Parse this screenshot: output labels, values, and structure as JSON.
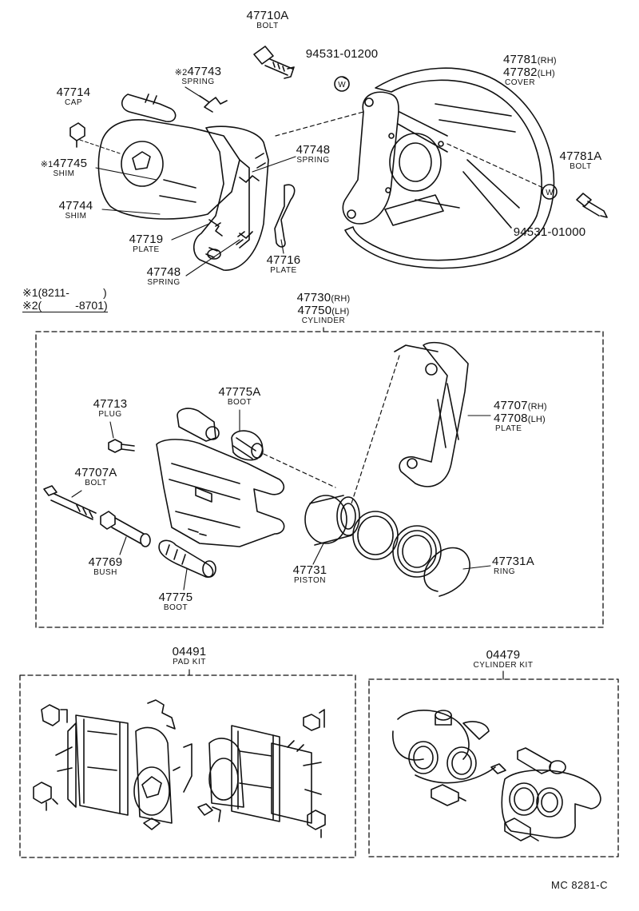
{
  "labels": {
    "bolt_47710a": {
      "num": "47710A",
      "name": "BOLT"
    },
    "washer_01200": {
      "num": "94531-01200"
    },
    "cover": {
      "num_rh": "47781",
      "suf_rh": "(RH)",
      "num_lh": "47782",
      "suf_lh": "(LH)",
      "name": "COVER"
    },
    "cap_47714": {
      "num": "47714",
      "name": "CAP"
    },
    "spring_47743": {
      "mark": "※2",
      "num": "47743",
      "name": "SPRING"
    },
    "shim_47745": {
      "mark": "※1",
      "num": "47745",
      "name": "SHIM"
    },
    "spring_47748_top": {
      "num": "47748",
      "name": "SPRING"
    },
    "bolt_47781a": {
      "num": "47781A",
      "name": "BOLT"
    },
    "shim_47744": {
      "num": "47744",
      "name": "SHIM"
    },
    "washer_01000": {
      "num": "94531-01000"
    },
    "plate_47719": {
      "num": "47719",
      "name": "PLATE"
    },
    "plate_47716": {
      "num": "47716",
      "name": "PLATE"
    },
    "spring_47748_bot": {
      "num": "47748",
      "name": "SPRING"
    },
    "cylinder": {
      "num_rh": "47730",
      "suf_rh": "(RH)",
      "num_lh": "47750",
      "suf_lh": "(LH)",
      "name": "CYLINDER"
    },
    "plug_47713": {
      "num": "47713",
      "name": "PLUG"
    },
    "boot_47775a": {
      "num": "47775A",
      "name": "BOOT"
    },
    "plate_47707": {
      "num_rh": "47707",
      "suf_rh": "(RH)",
      "num_lh": "47708",
      "suf_lh": "(LH)",
      "name": "PLATE"
    },
    "bolt_47707a": {
      "num": "47707A",
      "name": "BOLT"
    },
    "bush_47769": {
      "num": "47769",
      "name": "BUSH"
    },
    "boot_47775": {
      "num": "47775",
      "name": "BOOT"
    },
    "piston_47731": {
      "num": "47731",
      "name": "PISTON"
    },
    "ring_47731a": {
      "num": "47731A",
      "name": "RING"
    },
    "pad_kit": {
      "num": "04491",
      "name": "PAD KIT"
    },
    "cylinder_kit": {
      "num": "04479",
      "name": "CYLINDER KIT"
    }
  },
  "notes": {
    "note1": "※1(8211-　　　)",
    "note2": "※2(　　　-8701)"
  },
  "footer": "MC 8281-C",
  "washer_letter": "W"
}
